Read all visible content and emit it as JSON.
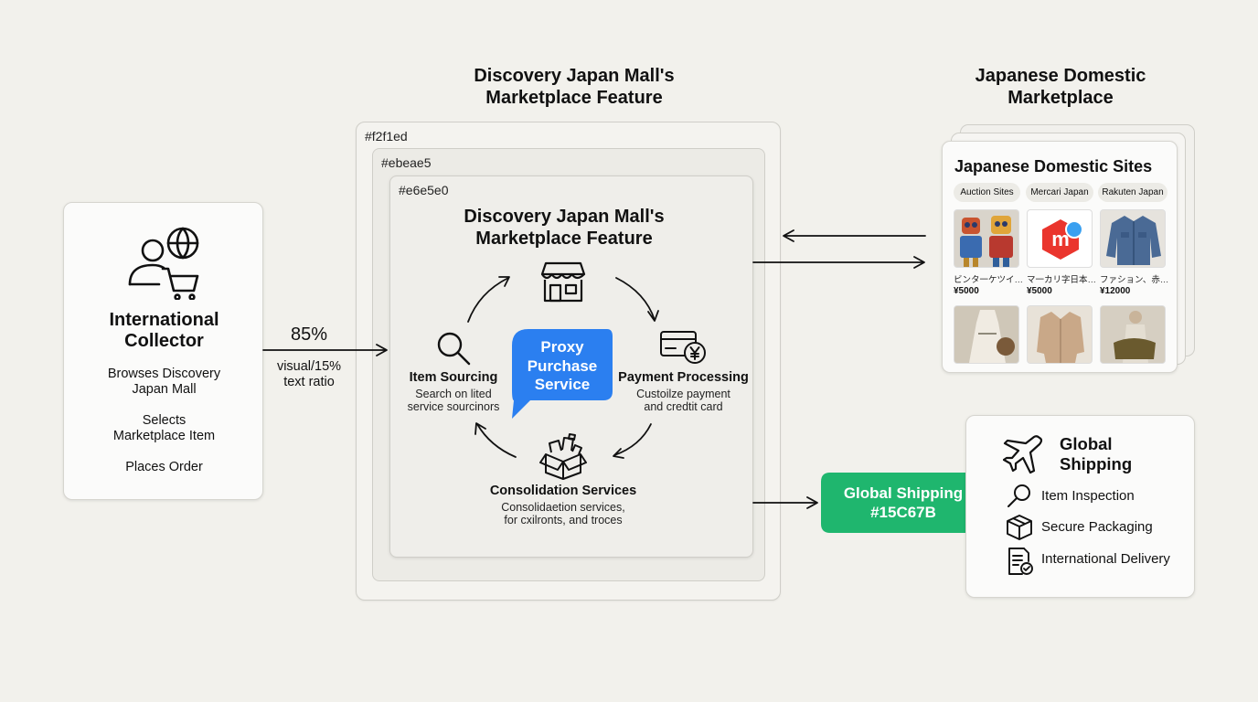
{
  "heading_center": {
    "line1": "Discovery Japan Mall's",
    "line2": "Marketplace Feature"
  },
  "heading_right": {
    "line1": "Japanese Domestic",
    "line2": "Marketplace"
  },
  "collector": {
    "title_line1": "International",
    "title_line2": "Collector",
    "steps": [
      {
        "line1": "Browses Discovery",
        "line2": "Japan Mall"
      },
      {
        "line1": "Selects",
        "line2": "Marketplace Item"
      },
      {
        "line1": "Places Order",
        "line2": ""
      }
    ]
  },
  "ratio": {
    "value": "85%",
    "line1": "visual/15%",
    "line2": "text ratio"
  },
  "frames": {
    "outer": "#f2f1ed",
    "middle": "#ebeae5",
    "inner": "#e6e5e0"
  },
  "feature": {
    "title_line1": "Discovery Japan Mall's",
    "title_line2": "Marketplace Feature",
    "center_line1": "Proxy",
    "center_line2": "Purchase",
    "center_line3": "Service",
    "center_color": "#2b7ff0",
    "nodes": {
      "sourcing": {
        "title": "Item Sourcing",
        "line1": "Search on lited",
        "line2": "service sourcinors"
      },
      "payment": {
        "title": "Payment Processing",
        "line1": "Custoilze payment",
        "line2": "and credtit card"
      },
      "consolidation": {
        "title": "Consolidation Services",
        "line1": "Consolidaetion services,",
        "line2": "for cxilronts, and troces"
      }
    }
  },
  "sites": {
    "title": "Japanese Domestic Sites",
    "chips": [
      "Auction Sites",
      "Mercari Japan",
      "Rakuten Japan"
    ],
    "products": [
      {
        "name": "ビンタ一ケツイ…",
        "price": "¥5000"
      },
      {
        "name": "マ一カリ字日本…",
        "price": "¥5000"
      },
      {
        "name": "ファション、赤…",
        "price": "¥12000"
      }
    ],
    "mercari_letter": "m",
    "mercari_color": "#ea352d"
  },
  "shipping_badge": {
    "line1": "Global Shipping",
    "line2": "#15C67B",
    "color": "#1fb66e"
  },
  "shipping_card": {
    "title_line1": "Global",
    "title_line2": "Shipping",
    "items": [
      "Item Inspection",
      "Secure Packaging",
      "International Delivery"
    ]
  }
}
